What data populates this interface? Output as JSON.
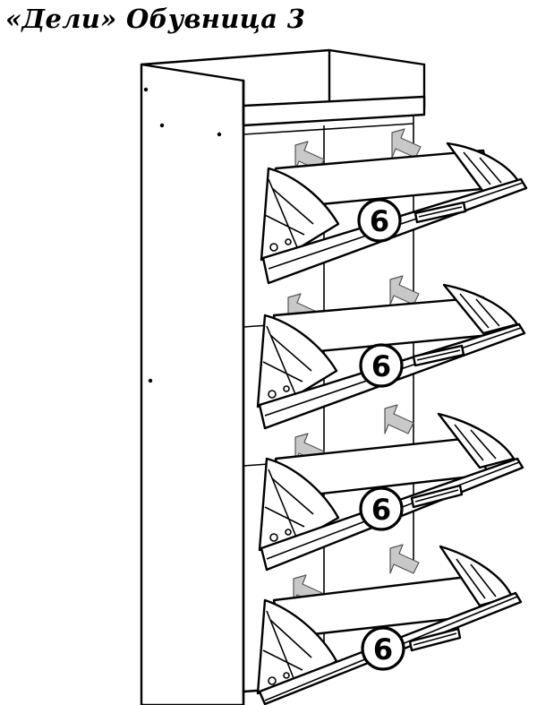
{
  "title": "«Дели» Обувница 3",
  "callouts": [
    {
      "label": "6"
    },
    {
      "label": "6"
    },
    {
      "label": "6"
    },
    {
      "label": "6"
    }
  ],
  "colors": {
    "line": "#000000",
    "arrow_fill": "#c8c8c8",
    "background": "#ffffff"
  }
}
